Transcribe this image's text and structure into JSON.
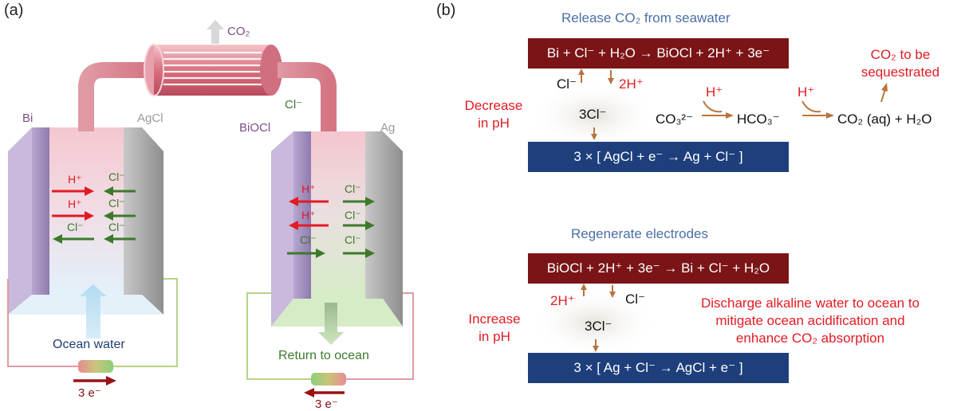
{
  "panels": {
    "a": "(a)",
    "b": "(b)"
  },
  "cell1": {
    "left_electrode": "Bi",
    "right_electrode": "AgCl",
    "inlet": "Ocean water",
    "ions": [
      "H⁺",
      "Cl⁻",
      "H⁺",
      "Cl⁻",
      "Cl⁻",
      "Cl⁻"
    ]
  },
  "cell2": {
    "left_electrode": "BiOCl",
    "right_electrode": "Ag",
    "outlet": "Return to ocean",
    "ions": [
      "H⁺",
      "Cl⁻",
      "H⁺",
      "Cl⁻",
      "Cl⁻",
      "Cl⁻"
    ]
  },
  "top": {
    "gas": "CO₂",
    "transfer_ion": "Cl⁻"
  },
  "circuit": {
    "electrons_1": "3 e⁻",
    "electrons_2": "3 e⁻"
  },
  "release": {
    "title": "Release CO₂ from seawater",
    "top_eq": "Bi + Cl⁻ + H₂O → BiOCl + 2H⁺ + 3e⁻",
    "bottom_eq": "3 × [ AgCl + e⁻  → Ag + Cl⁻ ]",
    "cl_in": "Cl⁻",
    "h_out": "2H⁺",
    "center_ion": "3Cl⁻",
    "ph_label": "Decrease in pH",
    "carbonate": "CO₃²⁻",
    "bicarbonate": "HCO₃⁻",
    "co2aq": "CO₂ (aq) + H₂O",
    "proton1": "H⁺",
    "proton2": "H⁺",
    "sequestered": "CO₂ to be sequestrated"
  },
  "regenerate": {
    "title": "Regenerate electrodes",
    "top_eq": "BiOCl + 2H⁺ + 3e⁻ → Bi + Cl⁻ + H₂O",
    "bottom_eq": "3 × [ Ag + Cl⁻ → AgCl + e⁻ ]",
    "h_in": "2H⁺",
    "cl_out": "Cl⁻",
    "center_ion": "3Cl⁻",
    "ph_label": "Increase in pH",
    "discharge": "Discharge alkaline water to ocean to mitigate ocean acidification and enhance CO₂ absorption"
  },
  "colors": {
    "bar_red": "#7b1416",
    "bar_blue": "#1e3f7c",
    "proton_red": "#e21b23",
    "chloride_green": "#3c7a2a",
    "arrow_brown": "#b8743e",
    "pipe_pink": "#d97f8a"
  }
}
